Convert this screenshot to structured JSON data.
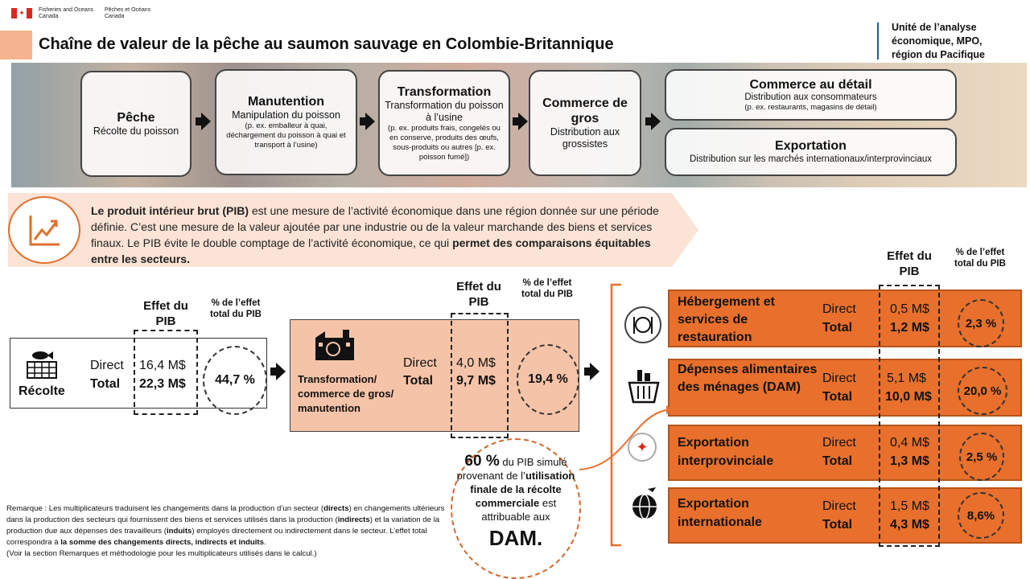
{
  "header": {
    "dept_en_line1": "Fisheries and Oceans",
    "dept_en_line2": "Canada",
    "dept_fr_line1": "Pêches et Océans",
    "dept_fr_line2": "Canada",
    "flag_symbol": "✦",
    "title": "Chaîne de valeur de la pêche au saumon sauvage en Colombie-Britannique",
    "unit_line1": "Unité de l’analyse",
    "unit_line2": "économique, MPO,",
    "unit_line3": "région du Pacifique"
  },
  "value_chain": {
    "peche": {
      "title": "Pêche",
      "desc": "Récolte du poisson"
    },
    "manutention": {
      "title": "Manutention",
      "desc": "Manipulation du poisson",
      "detail": "(p. ex. emballeur à quai, déchargement du poisson à quai et transport à l’usine)"
    },
    "transformation": {
      "title": "Transformation",
      "desc": "Transformation du poisson à l’usine",
      "detail": "(p. ex. produits frais, congelés ou en conserve, produits des œufs, sous-produits ou autres [p. ex. poisson fumé])"
    },
    "gros": {
      "title": "Commerce de gros",
      "desc": "Distribution aux grossistes"
    },
    "detail": {
      "title": "Commerce au détail",
      "desc": "Distribution aux consommateurs",
      "detail": "(p. ex. restaurants, magasins de détail)"
    },
    "export": {
      "title": "Exportation",
      "desc": "Distribution sur les marchés internationaux/interprovinciaux"
    }
  },
  "gdp": {
    "bold1": "Le produit intérieur brut (PIB)",
    "text1": " est une mesure de l’activité économique dans une région donnée sur une période définie. C’est une mesure de la valeur ajoutée par une industrie ou de la valeur marchande des biens et services finaux. Le PIB évite le double comptage de l’activité économique, ce qui ",
    "bold2": "permet des comparaisons équitables entre les secteurs."
  },
  "labels": {
    "effet_pib": "Effet du PIB",
    "pct_effet": "% de l’effet total du PIB",
    "direct": "Direct",
    "total": "Total"
  },
  "recolte": {
    "name": "Récolte",
    "direct": "16,4 M$",
    "total": "22,3 M$",
    "pct": "44,7 %"
  },
  "transfo": {
    "name": "Transformation/ commerce de gros/ manutention",
    "direct": "4,0 M$",
    "total": "9,7 M$",
    "pct": "19,4 %"
  },
  "uses": [
    {
      "name": "Hébergement et services de restauration",
      "direct": "0,5 M$",
      "total": "1,2 M$",
      "pct": "2,3 %"
    },
    {
      "name": "Dépenses alimentaires des ménages (DAM)",
      "direct": "5,1 M$",
      "total": "10,0 M$",
      "pct": "20,0 %"
    },
    {
      "name": "Exportation interprovinciale",
      "direct": "0,4 M$",
      "total": "1,3 M$",
      "pct": "2,5 %"
    },
    {
      "name": "Exportation internationale",
      "direct": "1,5 M$",
      "total": "4,3 M$",
      "pct": "8,6%"
    }
  ],
  "dam_callout": {
    "pct": "60 %",
    "t1": " du PIB simulé provenant de l’",
    "b1": "utilisation finale de la récolte commerciale",
    "t2": " est attribuable aux",
    "big": "DAM."
  },
  "note": {
    "p1": "Remarque : Les multiplicateurs traduisent les changements dans la production d’un secteur (",
    "b1": "directs",
    "p2": ") en changements ultérieurs dans la production des secteurs qui fournissent des biens et services utilisés dans la production (",
    "b2": "indirects",
    "p3": ") et la variation de la production due aux dépenses des travailleurs (",
    "b3": "induits",
    "p4": ") employés directement ou indirectement dans le secteur. L’effet total correspondra à ",
    "b4": "la somme des changements directs, indirects et induits",
    "p5": ".",
    "p6": "(Voir la section Remarques et méthodologie pour les multiplicateurs utilisés dans le calcul.)"
  },
  "colors": {
    "accent": "#e8702c",
    "light": "#fbe3d5",
    "mid": "#f5c4a8",
    "navy": "#1f5c8a"
  }
}
